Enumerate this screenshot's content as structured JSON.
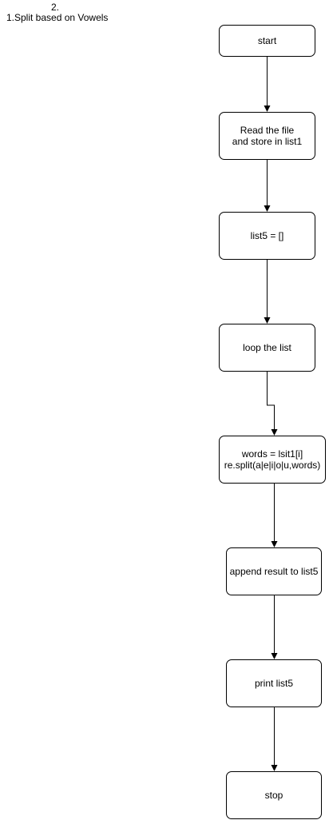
{
  "title": {
    "line1": "2.",
    "line2": "1.Split based on Vowels"
  },
  "nodes": {
    "start": "start",
    "read": "Read the file\nand store in list1",
    "init": "list5 = []",
    "loop": "loop the list",
    "split": "words = lsit1[i]\nre.split(a|e|i|o|u,words)",
    "append": "append result to list5",
    "print": "print list5",
    "stop": "stop"
  }
}
